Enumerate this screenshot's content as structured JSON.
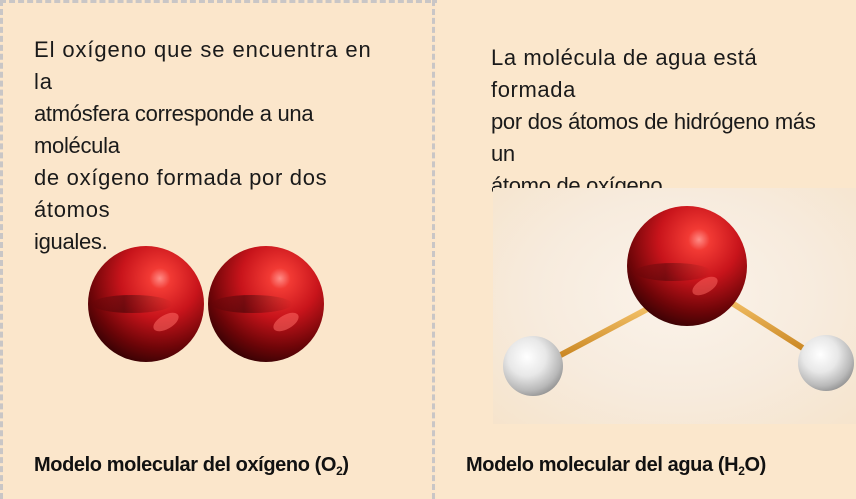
{
  "panels": {
    "oxygen": {
      "description_lines": [
        "El oxígeno que se encuentra en la",
        "atmósfera corresponde a una molécula",
        "de oxígeno formada por dos átomos",
        "iguales."
      ],
      "caption": "Modelo molecular del oxígeno (O",
      "caption_sub": "2",
      "caption_end": ")"
    },
    "water": {
      "description_lines": [
        "La molécula de agua está formada",
        "por dos átomos de hidrógeno más un",
        "átomo de oxígeno."
      ],
      "caption": "Modelo molecular del agua (H",
      "caption_sub": "2",
      "caption_end": "O)"
    }
  },
  "colors": {
    "background": "#fbe6cb",
    "oxygen_atom": "#c8141b",
    "hydrogen_atom": "#e6e6e6",
    "bond": "#e3a23a",
    "dashed_border": "#c9c6c6"
  }
}
